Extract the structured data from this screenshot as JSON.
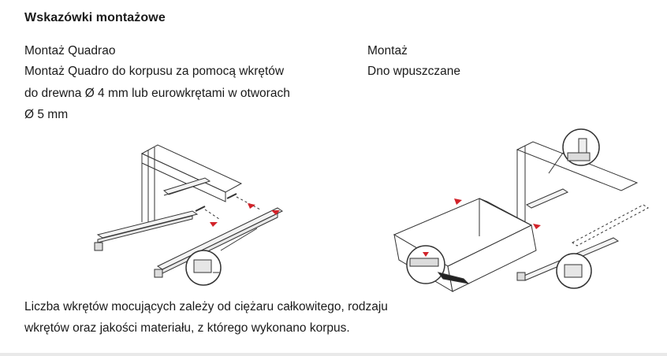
{
  "title": "Wskazówki montażowe",
  "left_section": {
    "lines": [
      "Montaż Quadrao",
      "Montaż Quadro do korpusu za pomocą wkrętów",
      "do drewna Ø 4 mm lub eurowkrętami w otworach",
      "Ø 5 mm"
    ]
  },
  "right_section": {
    "lines": [
      "Montaż",
      "Dno wpuszczane"
    ]
  },
  "footer": {
    "lines": [
      "Liczba wkrętów mocujących zależy od ciężaru całkowitego, rodzaju",
      "wkrętów oraz jakości materiału, z którego wykonano korpus."
    ]
  },
  "colors": {
    "accent": "#d2232a",
    "line": "#333333",
    "text": "#1a1a1a"
  }
}
